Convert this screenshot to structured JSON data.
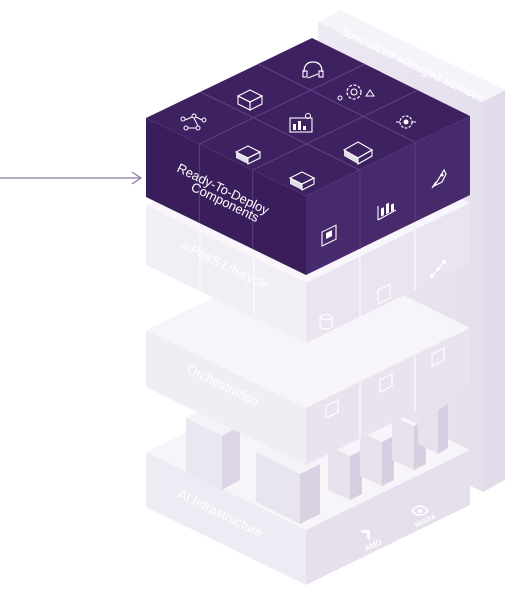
{
  "diagram": {
    "active_layer": {
      "title_line1": "Ready-To-Deploy",
      "title_line2": "Components",
      "top_icons": [
        "gear-network-icon",
        "server-icon",
        "headset-icon",
        "network-nodes-icon",
        "analytics-icon",
        "settings-gear-icon",
        "database-icon",
        "server-rack-icon",
        "plug-icon"
      ],
      "front_icons": [
        "stacked-files-icon",
        "server-stack-icon"
      ],
      "side_icons": [
        "chip-icon",
        "chart-icon",
        "rocket-icon"
      ],
      "colors": {
        "top": "#3d2160",
        "front": "#3a1e5b",
        "side": "#472a6c",
        "line": "#5f4385",
        "icon": "#ffffff"
      }
    },
    "layers": [
      {
        "label": "aiPaaS Lifecycle"
      },
      {
        "label": "Orchestration"
      },
      {
        "label": "AI Infrastructure"
      }
    ],
    "side_panel": {
      "label": "Specialized Managed Services"
    },
    "vendor_logos": [
      {
        "name": "AMD",
        "icon": "amd-logo-icon"
      },
      {
        "name": "NVIDIA",
        "icon": "nvidia-logo-icon"
      }
    ],
    "arrow": {
      "icon": "arrow-right-icon",
      "color": "#8b7aa8"
    },
    "faded_colors": {
      "panel": "#f1eef5",
      "panel_dark": "#e7e2ee",
      "edge": "#ffffff",
      "text": "#ffffff"
    }
  }
}
